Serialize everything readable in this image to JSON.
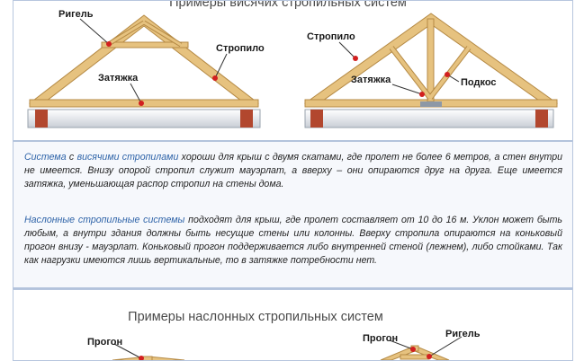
{
  "top_panel": {
    "title": "Примеры висячих стропильных систем",
    "labels": {
      "rigel": "Ригель",
      "stropilo_left": "Стропило",
      "zatyazhka_left": "Затяжка",
      "stropilo_right": "Стропило",
      "zatyazhka_right": "Затяжка",
      "podkos": "Подкос"
    }
  },
  "text_section": {
    "p1": {
      "term_a": "Система",
      "text_a": " с ",
      "term_b": "висячими стропилами",
      "text_b": " хороши для крыш с двумя скатами, где пролет не более 6 метров, а стен внутри не имеется. Внизу опорой стропил служит мауэрлат, а вверху – они опираются друг на друга. Еще имеется затяжка, уменьшающая распор стропил на стены дома."
    },
    "p2": {
      "term": "Наслонные стропильные системы",
      "text": " подходят для крыш, где пролет составляет от 10 до 16 м. Уклон может быть любым, а внутри здания должны быть несущие стены или колонны. Вверху стропила опираются на коньковый прогон внизу - мауэрлат. Коньковый прогон поддерживается либо внутренней стеной (лежнем), либо стойками. Так как нагрузки имеются лишь вертикальные, то в затяжке потребности нет."
    }
  },
  "bottom_panel": {
    "title": "Примеры наслонных стропильных систем",
    "labels": {
      "progon_left": "Прогон",
      "progon_right": "Прогон",
      "rigel": "Ригель"
    }
  },
  "colors": {
    "wood": "#e6c27f",
    "wood_edge": "#b58a45",
    "brick": "#b2472e",
    "marker": "#d21f1f",
    "link": "#2e63a8"
  }
}
